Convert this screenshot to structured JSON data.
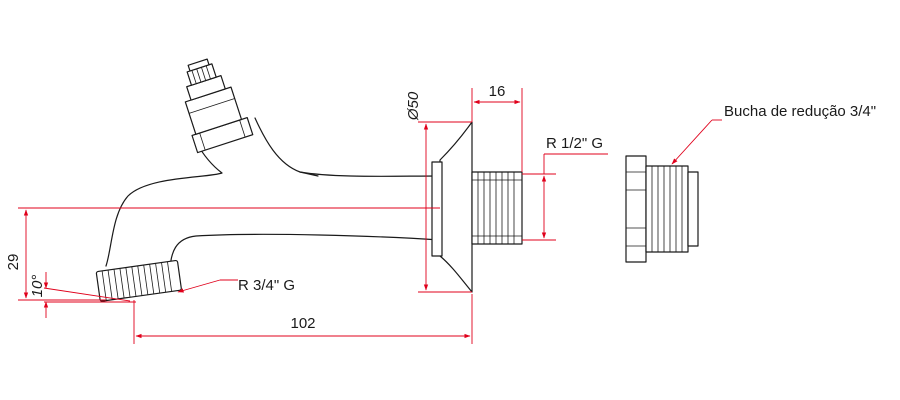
{
  "dimensions": {
    "height_29": "29",
    "angle_10": "10°",
    "length_102": "102",
    "flange_diameter": "Ø50",
    "thread_length_16": "16"
  },
  "labels": {
    "outlet_thread": "R 3/4\" G",
    "wall_thread": "R 1/2\" G",
    "reducer_bushing": "Bucha de redução 3/4\""
  },
  "colors": {
    "dimension_lines": "#e0001b",
    "part_lines": "#1a1a1a"
  }
}
